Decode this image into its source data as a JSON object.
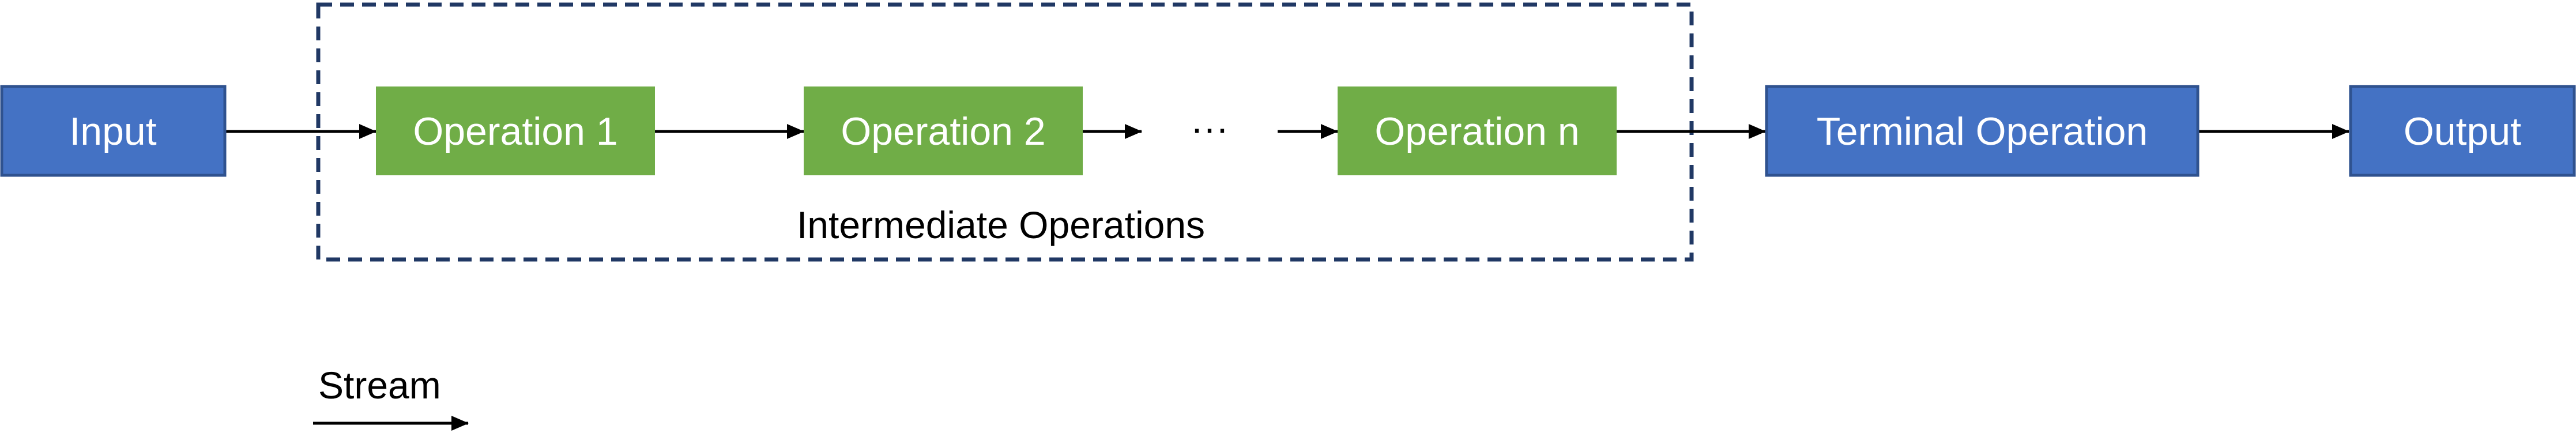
{
  "colors": {
    "blue_fill": "#4472C4",
    "blue_stroke": "#2F528F",
    "green_fill": "#70AD47",
    "dashed_border": "#203864",
    "line": "#000000"
  },
  "nodes": {
    "input": "Input",
    "operation_1": "Operation 1",
    "operation_2": "Operation 2",
    "ellipsis": "···",
    "operation_n": "Operation n",
    "terminal": "Terminal Operation",
    "output": "Output"
  },
  "group": {
    "label": "Intermediate Operations"
  },
  "legend": {
    "label": "Stream"
  }
}
